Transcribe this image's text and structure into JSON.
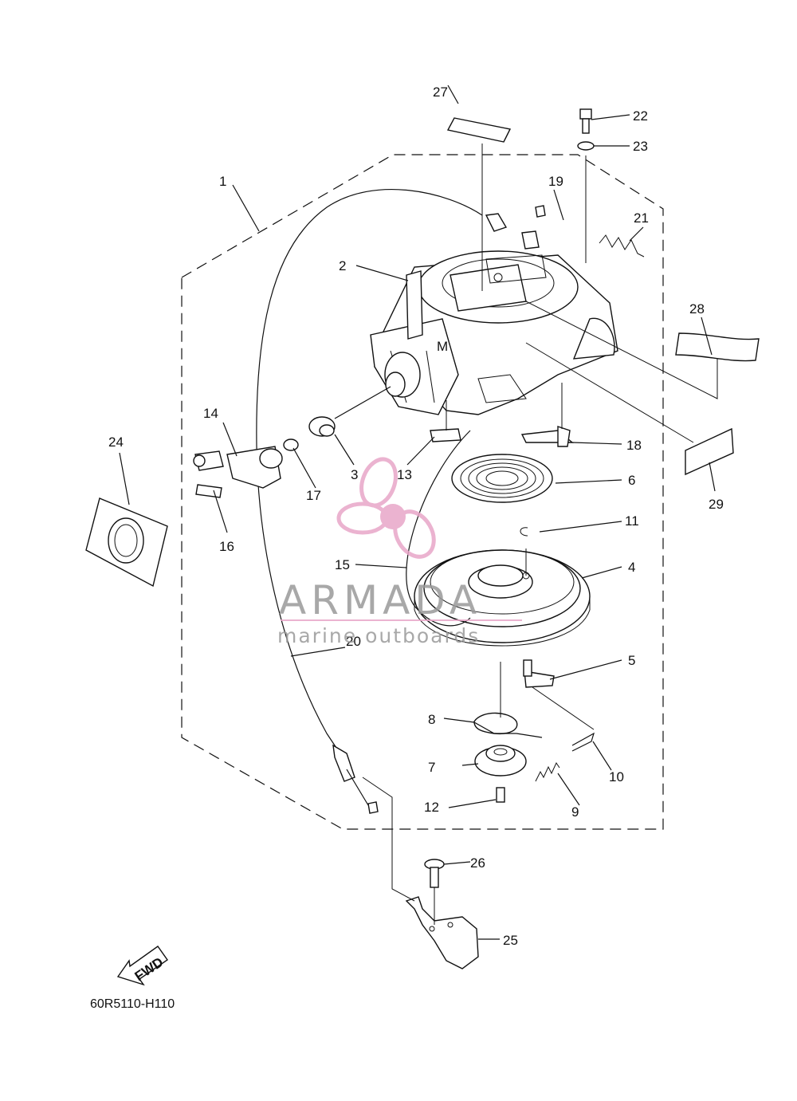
{
  "diagram_code": "60R5110-H110",
  "fwd_label": "FWD",
  "watermark": {
    "brand": "ARMADA",
    "tagline": "marine outboards",
    "color": "#e8a6c8",
    "text_color": "#9a9a9a"
  },
  "callouts": [
    "1",
    "2",
    "3",
    "4",
    "5",
    "6",
    "7",
    "8",
    "9",
    "10",
    "11",
    "12",
    "13",
    "14",
    "15",
    "16",
    "17",
    "18",
    "19",
    "20",
    "21",
    "22",
    "23",
    "24",
    "25",
    "26",
    "27",
    "28",
    "29"
  ]
}
